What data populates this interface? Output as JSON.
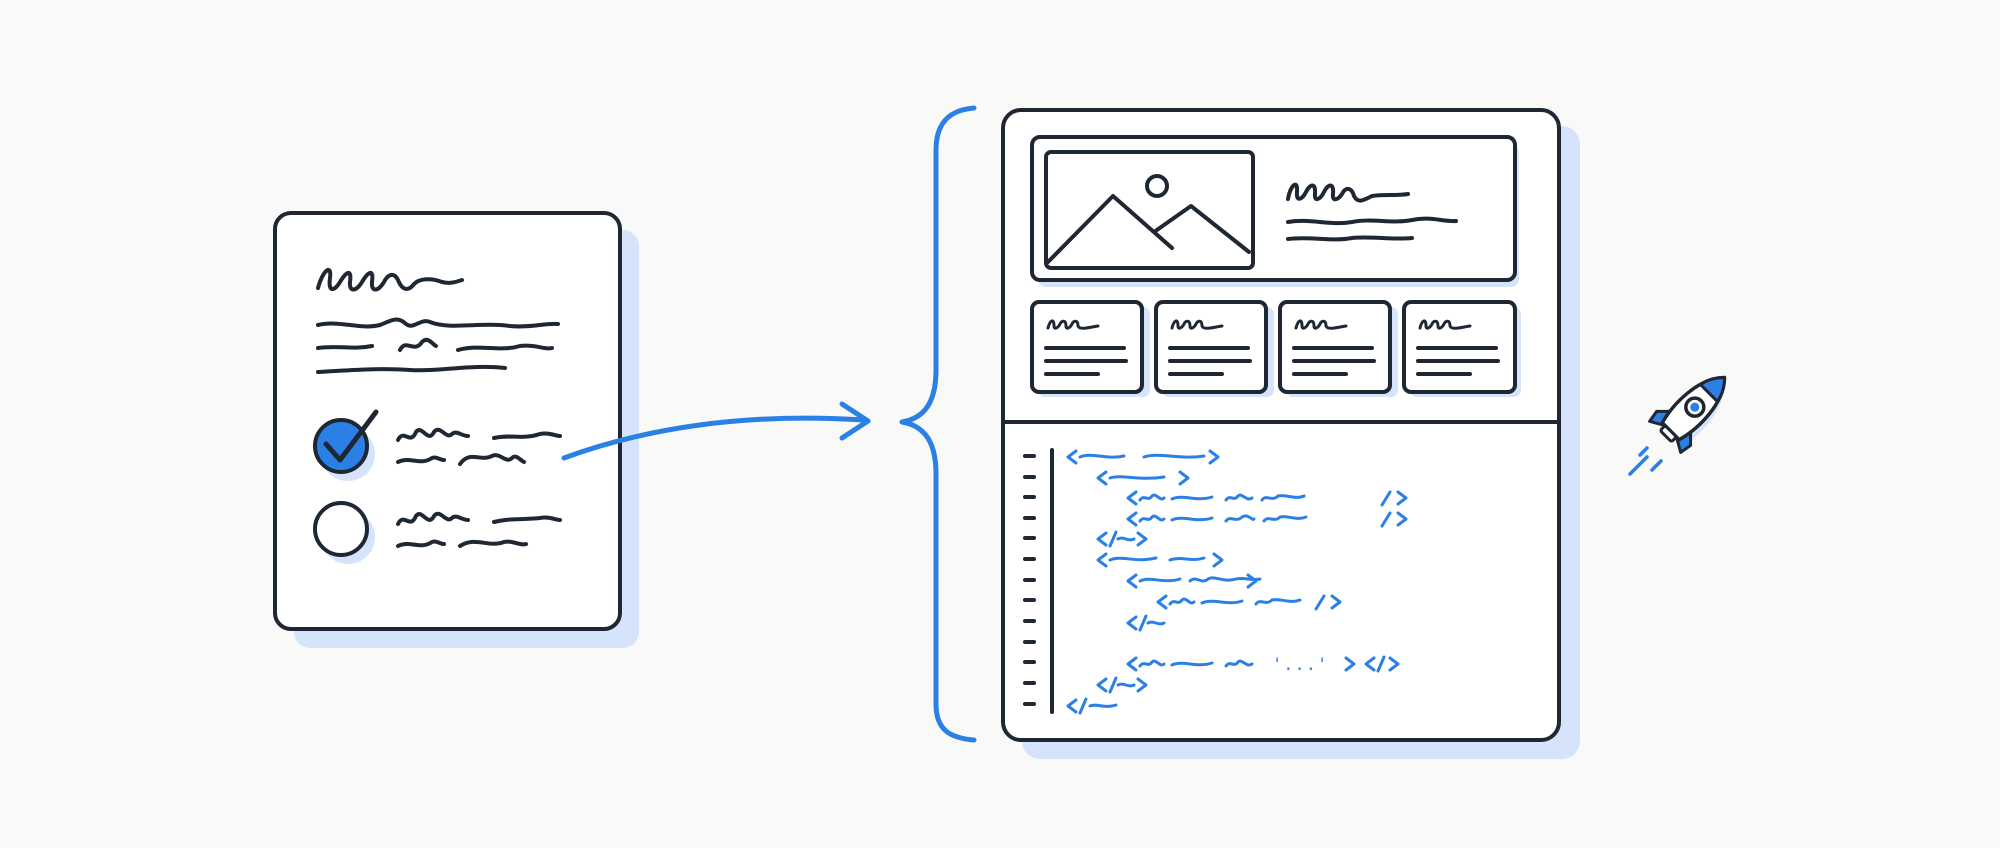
{
  "colors": {
    "background": "#f9f9f8",
    "ink": "#1f2733",
    "accent": "#2b80e6",
    "shadow": "#d6e4fb",
    "card_fill": "#ffffff"
  },
  "brief_card": {
    "checklist": [
      {
        "state": "checked"
      },
      {
        "state": "unchecked"
      }
    ]
  },
  "page_card": {
    "hero_image_icon": "mountain-image-icon",
    "feature_cards_count": 4
  },
  "code_panel": {
    "line_count": 13,
    "ellipsis_text": "'...'"
  },
  "icons": [
    "checkmark-icon",
    "empty-circle-icon",
    "arrow-icon",
    "brace-icon",
    "mountain-image-icon",
    "rocket-icon"
  ]
}
